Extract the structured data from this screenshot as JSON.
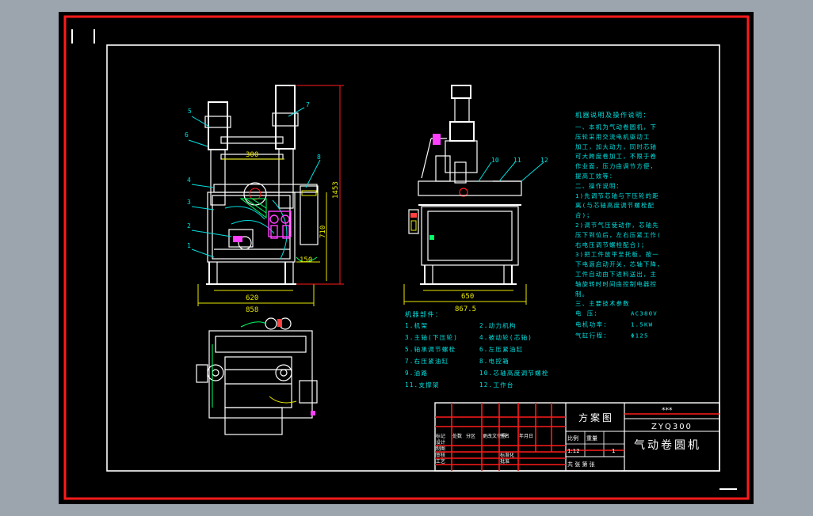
{
  "drawing": {
    "stars": "***",
    "drawing_number": "ZYQ300",
    "drawing_title": "气动卷圆机",
    "scheme_label": "方案图",
    "scale_label": "比例",
    "scale_value": "1:12",
    "weight_label": "重量",
    "sheet_value": "1",
    "sheet_footer": "共  张 第  张",
    "revision_headers": [
      "标记",
      "处数",
      "分区",
      "更改文件号",
      "签名",
      "年月日"
    ],
    "signature_rows": [
      "设计",
      "制图",
      "审核",
      "工艺",
      "标准化",
      "批准"
    ]
  },
  "dimensions": {
    "front_top": "300",
    "front_width": "620",
    "front_overall": "858",
    "front_height": "1453",
    "front_mid_height": "710",
    "front_small": "150",
    "side_width": "650",
    "side_overall": "867.5"
  },
  "callouts": [
    "5",
    "6",
    "4",
    "3",
    "2",
    "1",
    "7",
    "8",
    "10",
    "11",
    "12"
  ],
  "parts": {
    "title": "机器部件：",
    "items": [
      "1.机架",
      "2.动力机构",
      "3.主轴(下压轮)",
      "4.被动轮(芯轴)",
      "5.轴承调节螺栓",
      "6.左压紧油缸",
      "7.右压紧油缸",
      "8.电控箱",
      "9.油路",
      "10.芯轴高度调节螺栓",
      "11.支撑架",
      "12.工作台"
    ]
  },
  "notes": {
    "heading": "机器说明及操作说明：",
    "lines": [
      "一、本机为气动卷圆机，下",
      "压轮采用交流电机驱动工",
      "加工，加大动力，同时芯轴",
      "可大跨度卷加工，不限于卷",
      "作业面，压力由调节方便，",
      "提高工效等：",
      "二、操作说明：",
      "1)先调节芯轴与下压轮的距",
      "离(与芯轴高度调节螺栓配",
      "合)；",
      "2)调节气压使动作，芯轴先",
      "压下到位后，左右压紧工作(",
      "右电压调节螺栓配合)；",
      "3)把工件放平至托板，按一",
      "下电源启动开关，芯轴下降，",
      "工件自动由下进料送出，主",
      "轴旋转时时间由控制电器控",
      "制。",
      "三、主要技术参数"
    ],
    "specs": [
      {
        "label": "电    压：",
        "value": "AC380V"
      },
      {
        "label": "电机功率：",
        "value": "1.5KW"
      },
      {
        "label": "气缸行程：",
        "value": "Φ125"
      }
    ]
  },
  "colors": {
    "background": "#9ca4ae",
    "sheet": "#000000",
    "frame": "#ff1a1a",
    "border": "#ffffff",
    "text": "#00e0e0"
  }
}
